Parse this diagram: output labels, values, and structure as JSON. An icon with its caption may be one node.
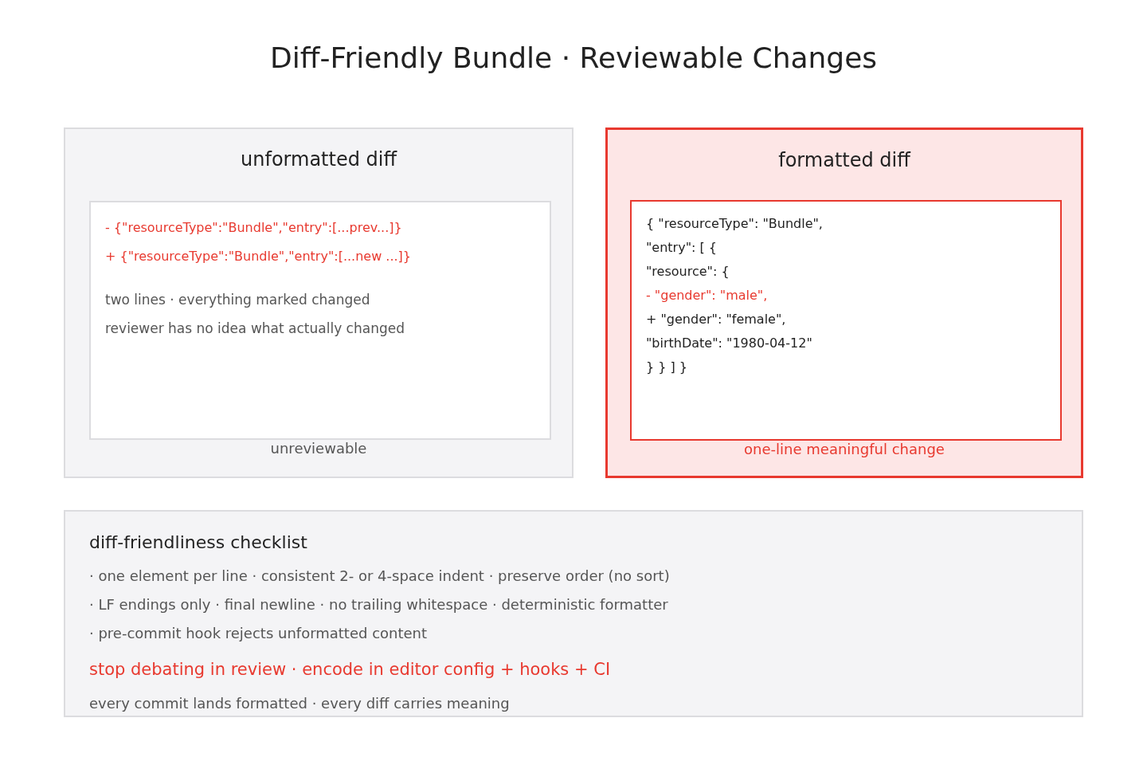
{
  "diagram": {
    "title": "Diff-Friendly Bundle · Reviewable Changes",
    "nodes": [
      {
        "text": [
          "unformatted diff",
          "unreviewable"
        ]
      },
      {
        "text": [
          "- {\"resourceType\":\"Bundle\",\"entry\":[...prev...]}",
          "+ {\"resourceType\":\"Bundle\",\"entry\":[...new ...]}",
          "two lines · everything marked changed",
          "reviewer has no idea what actually changed"
        ],
        "in": 0
      },
      {
        "text": [
          "formatted diff",
          "one-line meaningful change"
        ]
      },
      {
        "text": [
          "{ \"resourceType\": \"Bundle\",",
          "\"entry\": [ {",
          "\"resource\": {",
          "- \"gender\": \"male\",",
          "+ \"gender\": \"female\",",
          "\"birthDate\": \"1980-04-12\"",
          "} } ] }"
        ],
        "in": 2
      },
      {
        "text": [
          "diff-friendliness checklist",
          "· one element per line · consistent 2- or 4-space indent · preserve order (no sort)",
          "· LF endings only · final newline · no trailing whitespace · deterministic formatter",
          "· pre-commit hook rejects unformatted content",
          "stop debating in review · encode in editor config + hooks + CI",
          "every commit lands formatted · every diff carries meaning"
        ]
      }
    ],
    "edges": []
  }
}
